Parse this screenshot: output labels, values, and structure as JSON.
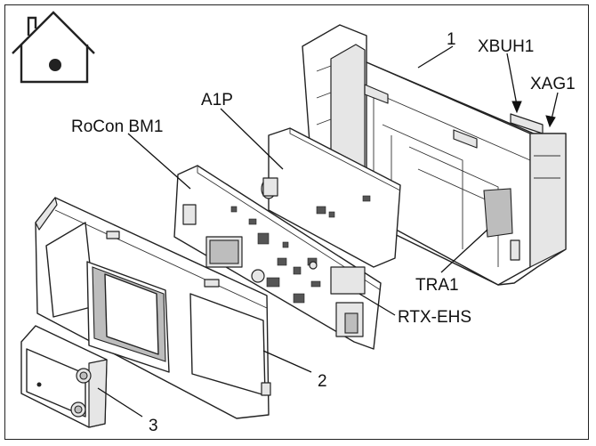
{
  "labels": {
    "part_1": "1",
    "xbuh1": "XBUH1",
    "xag1": "XAG1",
    "a1p": "A1P",
    "rocon_bm1": "RoCon BM1",
    "tra1": "TRA1",
    "rtx_ehs": "RTX-EHS",
    "part_2": "2",
    "part_3": "3"
  },
  "icons": {
    "corner": "house-icon"
  }
}
